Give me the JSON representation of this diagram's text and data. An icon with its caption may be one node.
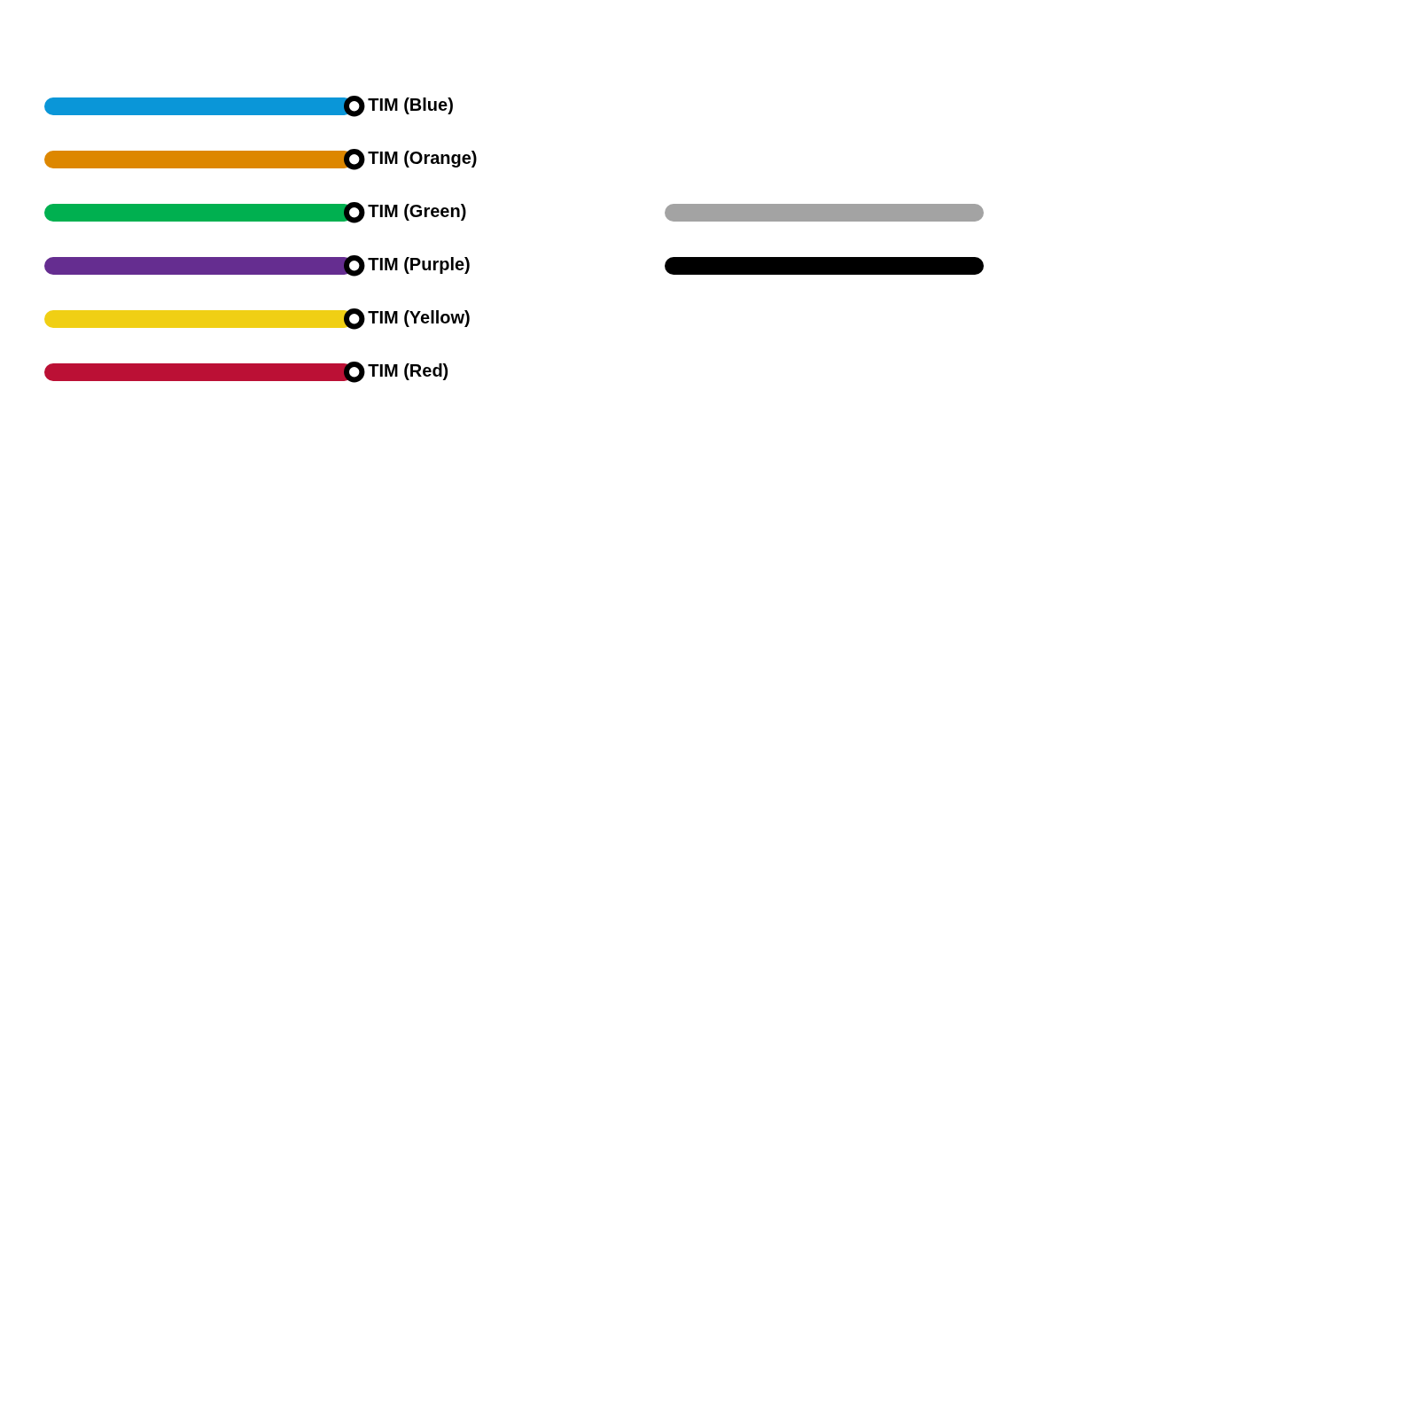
{
  "diagram": {
    "nodes": [
      {
        "text": [],
        "shape": "circle",
        "beside": [
          "TIM (Blue)"
        ]
      },
      {
        "text": [],
        "shape": "circle",
        "beside": [
          "TIM (Orange)"
        ]
      },
      {
        "text": [],
        "shape": "circle",
        "beside": [
          "TIM (Green)"
        ]
      },
      {
        "text": [],
        "shape": "circle",
        "beside": [
          "TIM (Purple)"
        ]
      },
      {
        "text": [],
        "shape": "circle",
        "beside": [
          "TIM (Yellow)"
        ]
      },
      {
        "text": [],
        "shape": "circle",
        "beside": [
          "TIM (Red)"
        ]
      },
      {
        "text": [],
        "shape": "bar"
      },
      {
        "text": [],
        "shape": "bar"
      }
    ],
    "edges": [
      {
        "from": null,
        "to": 0,
        "arrow": "none",
        "color": "#0a96d8"
      },
      {
        "from": null,
        "to": 1,
        "arrow": "none",
        "color": "#dd8700"
      },
      {
        "from": null,
        "to": 2,
        "arrow": "none",
        "color": "#00b050"
      },
      {
        "from": null,
        "to": 3,
        "arrow": "none",
        "color": "#652d90"
      },
      {
        "from": null,
        "to": 4,
        "arrow": "none",
        "color": "#f0cf14"
      },
      {
        "from": null,
        "to": 5,
        "arrow": "none",
        "color": "#bb1035"
      }
    ]
  }
}
